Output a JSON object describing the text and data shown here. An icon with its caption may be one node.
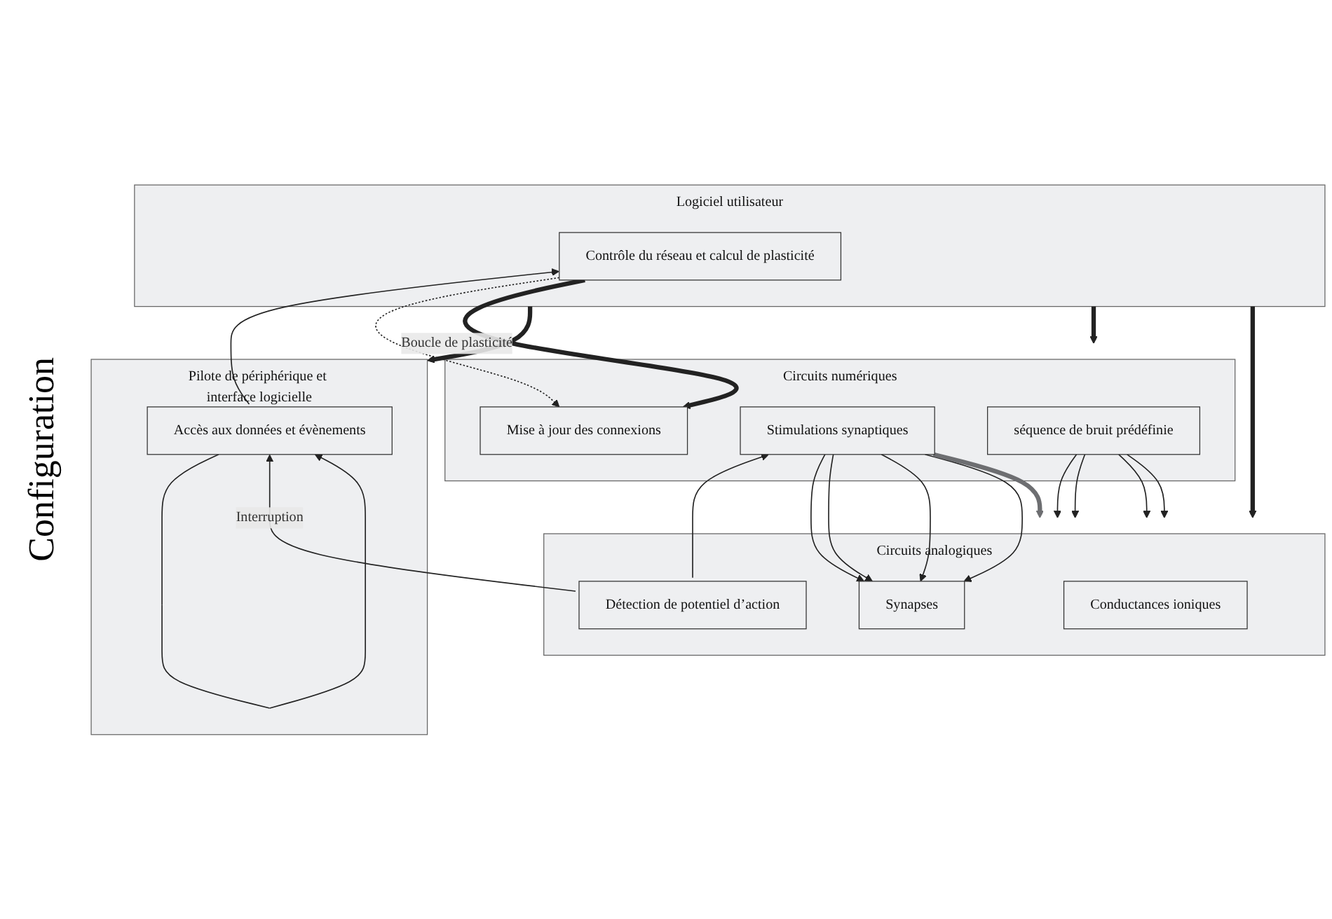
{
  "diagram": {
    "nodes": [
      {
        "text": [
          "Logiciel utilisateur"
        ]
      },
      {
        "text": [
          "Contrôle du réseau et calcul de plasticité"
        ],
        "in": 0
      },
      {
        "text": [
          "Pilote de périphérique et interface logicielle"
        ]
      },
      {
        "text": [
          "Accès aux données et évènements"
        ],
        "in": 2
      },
      {
        "text": [
          "Circuits numériques"
        ]
      },
      {
        "text": [
          "séquence de bruit prédéfinie"
        ],
        "in": 4
      },
      {
        "text": [
          "Stimulations synaptiques"
        ],
        "in": 4
      },
      {
        "text": [
          "Mise à jour des connexions"
        ],
        "in": 4
      },
      {
        "text": [
          "Circuits analogiques"
        ]
      },
      {
        "text": [
          "Conductances ioniques"
        ],
        "in": 8
      },
      {
        "text": [
          "Détection de potentiel d’action"
        ],
        "in": 8
      },
      {
        "text": [
          "Synapses"
        ],
        "in": 8
      }
    ],
    "edges": [
      {
        "from": 0,
        "to": 2,
        "arrow": "to",
        "style": "thick"
      },
      {
        "from": 0,
        "to": 4,
        "arrow": "to",
        "style": "thick"
      },
      {
        "from": 0,
        "to": 8,
        "arrow": "to",
        "style": "thick"
      },
      {
        "from": 3,
        "to": 1,
        "arrow": "to"
      },
      {
        "from": 3,
        "to": 3,
        "arrow": "to"
      },
      {
        "from": 10,
        "to": 3,
        "arrow": "to",
        "label": "Interruption"
      },
      {
        "from": 10,
        "to": 6,
        "arrow": "to"
      },
      {
        "from": 5,
        "to": 8,
        "arrow": "to"
      },
      {
        "from": 5,
        "to": 8,
        "arrow": "to"
      },
      {
        "from": 5,
        "to": 8,
        "arrow": "to"
      },
      {
        "from": 5,
        "to": 8,
        "arrow": "to"
      },
      {
        "from": 6,
        "to": 11,
        "arrow": "to"
      },
      {
        "from": 6,
        "to": 11,
        "arrow": "to"
      },
      {
        "from": 6,
        "to": 11,
        "arrow": "to"
      },
      {
        "from": 6,
        "to": 11,
        "arrow": "to"
      },
      {
        "from": 1,
        "to": 7,
        "arrow": "to",
        "style": "dashed"
      },
      {
        "from": 1,
        "to": 7,
        "arrow": "to",
        "style": "thick",
        "label": "Boucle de plasticité"
      },
      {
        "from": 6,
        "to": 8,
        "arrow": "to",
        "style": "thick",
        "color": "#6d6e71"
      }
    ],
    "labels": [
      "Configuration"
    ]
  }
}
